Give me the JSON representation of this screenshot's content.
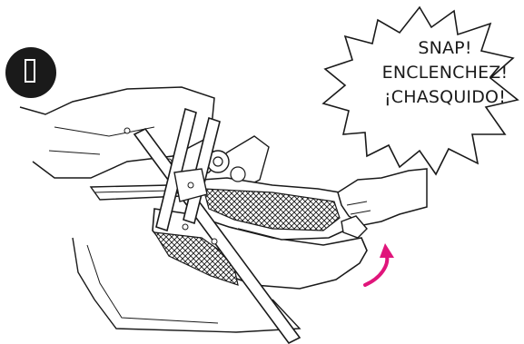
{
  "callout": {
    "lines": [
      "SNAP!",
      "ENCLENCHEZ!",
      "¡CHASQUIDO!"
    ]
  },
  "step_badge": {
    "icon": "step-number-badge"
  },
  "colors": {
    "line_art": "#1a1a1a",
    "badge": "#1a1a1a",
    "arrow": "#e0157b"
  }
}
